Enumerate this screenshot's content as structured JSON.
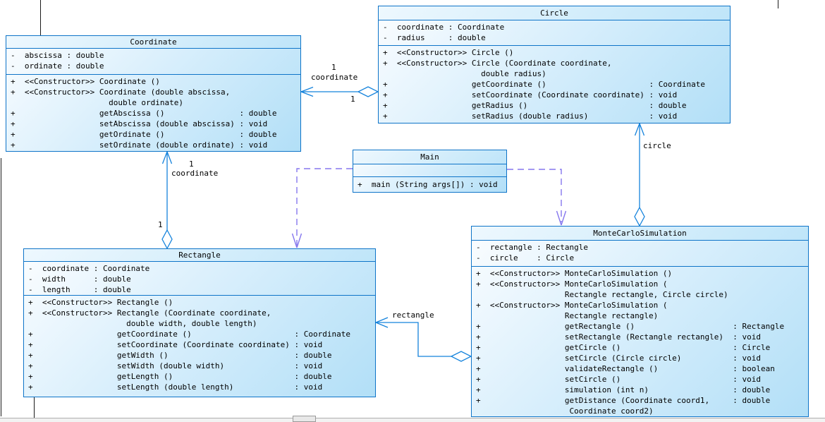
{
  "diagram": {
    "classes": [
      {
        "name": "Coordinate",
        "attributes_text": "-  abscissa : double\n-  ordinate : double",
        "methods_text": "+  <<Constructor>> Coordinate ()\n+  <<Constructor>> Coordinate (double abscissa,\n                     double ordinate)\n+                  getAbscissa ()                : double\n+                  setAbscissa (double abscissa) : void\n+                  getOrdinate ()                : double\n+                  setOrdinate (double ordinate) : void"
      },
      {
        "name": "Circle",
        "attributes_text": "-  coordinate : Coordinate\n-  radius     : double",
        "methods_text": "+  <<Constructor>> Circle ()\n+  <<Constructor>> Circle (Coordinate coordinate,\n                     double radius)\n+                  getCoordinate ()                      : Coordinate\n+                  setCoordinate (Coordinate coordinate) : void\n+                  getRadius ()                          : double\n+                  setRadius (double radius)             : void"
      },
      {
        "name": "Main",
        "attributes_text": "",
        "methods_text": "+  main (String args[]) : void"
      },
      {
        "name": "Rectangle",
        "attributes_text": "-  coordinate : Coordinate\n-  width      : double\n-  length     : double",
        "methods_text": "+  <<Constructor>> Rectangle ()\n+  <<Constructor>> Rectangle (Coordinate coordinate,\n                     double width, double length)\n+                  getCoordinate ()                      : Coordinate\n+                  setCoordinate (Coordinate coordinate) : void\n+                  getWidth ()                           : double\n+                  setWidth (double width)               : void\n+                  getLength ()                          : double\n+                  setLength (double length)             : void"
      },
      {
        "name": "MonteCarloSimulation",
        "attributes_text": "-  rectangle : Rectangle\n-  circle    : Circle",
        "methods_text": "+  <<Constructor>> MonteCarloSimulation ()\n+  <<Constructor>> MonteCarloSimulation (\n                   Rectangle rectangle, Circle circle)\n+  <<Constructor>> MonteCarloSimulation (\n                   Rectangle rectangle)\n+                  getRectangle ()                     : Rectangle\n+                  setRectangle (Rectangle rectangle)  : void\n+                  getCircle ()                        : Circle\n+                  setCircle (Circle circle)           : void\n+                  validateRectangle ()                : boolean\n+                  setCircle ()                        : void\n+                  simulation (int n)                  : double\n+                  getDistance (Coordinate coord1,     : double\n                    Coordinate coord2)"
      }
    ],
    "connector_labels": {
      "circle_coordinate_mult_far": "1",
      "circle_coordinate_role": "coordinate",
      "circle_coordinate_mult_near": "1",
      "rectangle_coordinate_mult_far": "1",
      "rectangle_coordinate_role": "coordinate",
      "rectangle_coordinate_mult_near": "1",
      "circle_mcs_role": "circle",
      "rectangle_mcs_role": "rectangle"
    },
    "colors": {
      "class_border": "#0e74c8",
      "association_line": "#1583dc",
      "dependency_line": "#8577ee",
      "class_fill_light": "#fbfdff",
      "class_fill_dark": "#b2dff7"
    }
  }
}
